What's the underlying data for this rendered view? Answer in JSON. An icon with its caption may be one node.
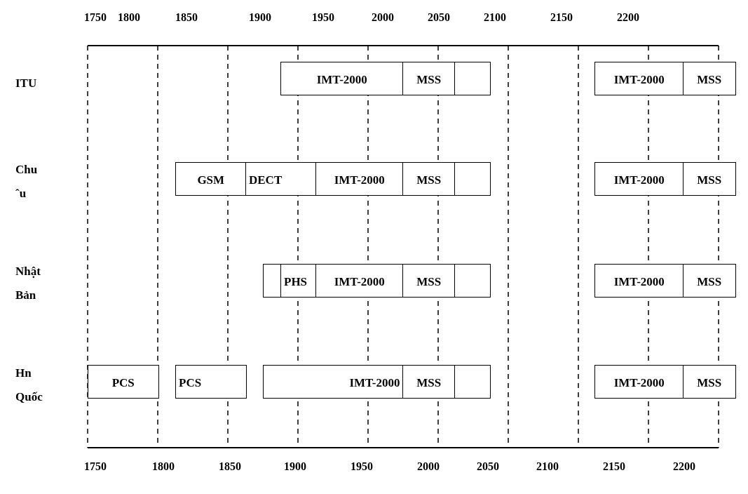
{
  "diagram": {
    "nodes": [
      {
        "text": [
          "IMT-2000"
        ]
      },
      {
        "text": [
          "MSS"
        ]
      },
      {
        "text": [],
        "shape": "box"
      },
      {
        "text": [
          "IMT-2000"
        ]
      },
      {
        "text": [
          "MSS"
        ]
      },
      {
        "text": [
          "GSM"
        ]
      },
      {
        "text": [
          "DECT"
        ]
      },
      {
        "text": [
          "IMT-2000"
        ]
      },
      {
        "text": [
          "MSS"
        ]
      },
      {
        "text": [],
        "shape": "box"
      },
      {
        "text": [
          "IMT-2000"
        ]
      },
      {
        "text": [
          "MSS"
        ]
      },
      {
        "text": [],
        "shape": "box"
      },
      {
        "text": [
          "PHS"
        ]
      },
      {
        "text": [
          "IMT-2000"
        ]
      },
      {
        "text": [
          "MSS"
        ]
      },
      {
        "text": [],
        "shape": "box"
      },
      {
        "text": [
          "IMT-2000"
        ]
      },
      {
        "text": [
          "MSS"
        ]
      },
      {
        "text": [
          "PCS"
        ]
      },
      {
        "text": [
          "PCS"
        ]
      },
      {
        "text": [
          "IMT-2000"
        ]
      },
      {
        "text": [
          "MSS"
        ]
      },
      {
        "text": [],
        "shape": "box"
      },
      {
        "text": [
          "IMT-2000"
        ]
      },
      {
        "text": [
          "MSS"
        ]
      }
    ],
    "edges": [],
    "labels": [
      "1750",
      "1800",
      "1850",
      "1900",
      "1950",
      "2000",
      "2050",
      "2100",
      "2150",
      "2200",
      "ITU",
      "Chu ˆu",
      "Nhật Bản",
      "Hn Quốc",
      "1750",
      "1800",
      "1850",
      "1900",
      "1950",
      "2000",
      "2050",
      "2100",
      "2150",
      "2200"
    ]
  }
}
